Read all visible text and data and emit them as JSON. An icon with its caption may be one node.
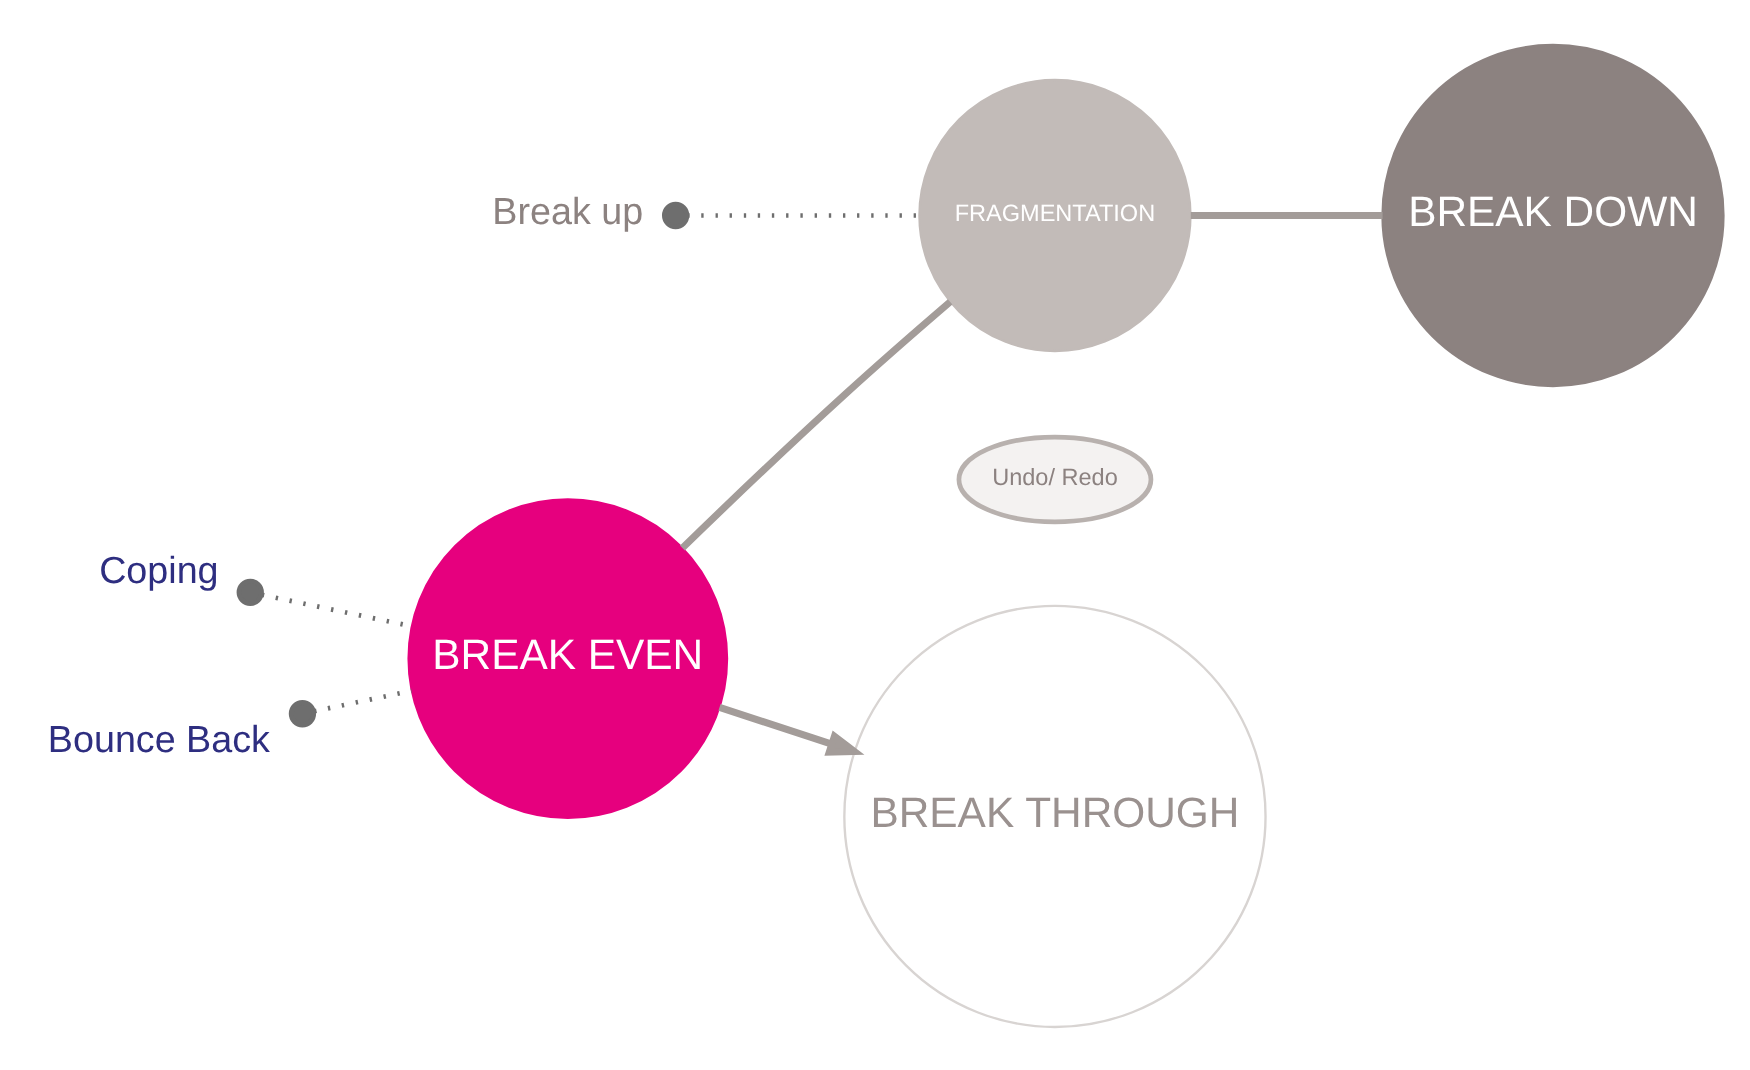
{
  "diagram": {
    "nodes": [
      {
        "text": [
          "BREAK EVEN"
        ]
      },
      {
        "text": [
          "FRAGMENTATION"
        ]
      },
      {
        "text": [
          "BREAK DOWN"
        ]
      },
      {
        "text": [
          "BREAK THROUGH"
        ]
      },
      {
        "text": [
          "Undo/ Redo"
        ]
      },
      {
        "text": [
          "Coping"
        ]
      },
      {
        "text": [
          "Break up"
        ]
      },
      {
        "text": [
          "Bounce Back"
        ]
      }
    ],
    "edges": [
      {
        "from": 0,
        "to": 1,
        "arrow": "none"
      },
      {
        "from": 1,
        "to": 2,
        "arrow": "none"
      },
      {
        "from": 0,
        "to": 3,
        "arrow": "to"
      },
      {
        "from": 5,
        "to": 0,
        "arrow": "other",
        "style": "dashed"
      },
      {
        "from": 6,
        "to": 1,
        "arrow": "other",
        "style": "dashed"
      },
      {
        "from": 7,
        "to": 0,
        "arrow": "other",
        "style": "dashed"
      }
    ]
  }
}
